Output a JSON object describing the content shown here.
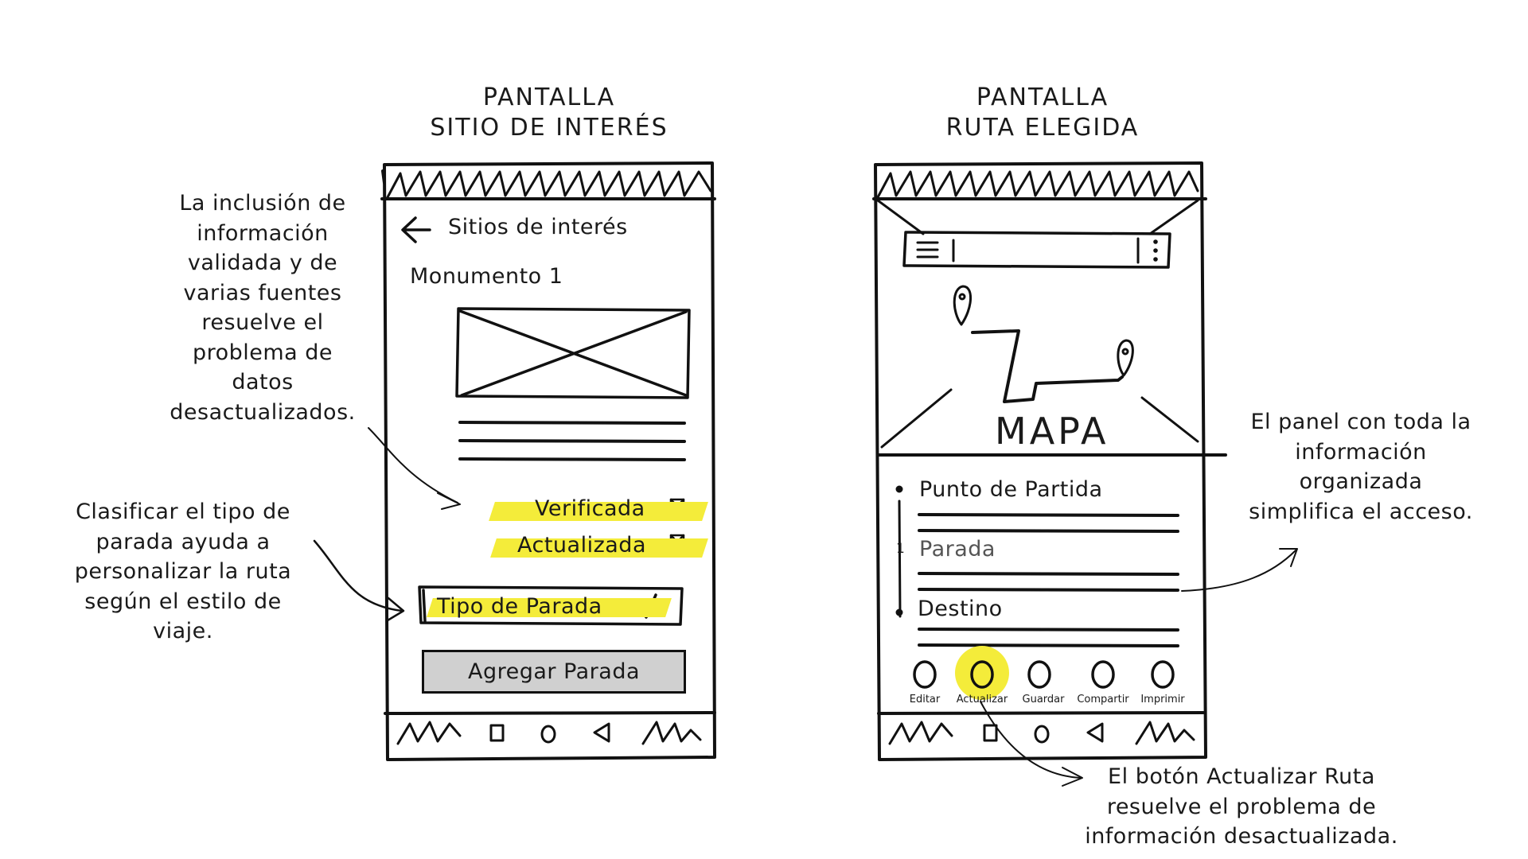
{
  "screens": [
    {
      "title_line1": "PANTALLA",
      "title_line2": "SITIO DE INTERÉS",
      "back_label": "Sitios de interés",
      "item_title": "Monumento 1",
      "badge_verified": "Verificada",
      "badge_updated": "Actualizada",
      "select_value": "Tipo de Parada",
      "add_button": "Agregar Parada"
    },
    {
      "title_line1": "PANTALLA",
      "title_line2": "RUTA ELEGIDA",
      "map_label": "MAPA",
      "route_start": "Punto de Partida",
      "route_stop_number": "1",
      "route_stop": "Parada",
      "route_end": "Destino",
      "actions": [
        "Editar",
        "Actualizar",
        "Guardar",
        "Compartir",
        "Imprimir"
      ]
    }
  ],
  "annotations": {
    "validated_info": [
      "La inclusión de",
      "información",
      "validada y de",
      "varias fuentes",
      "resuelve el",
      "problema de",
      "datos",
      "desactualizados."
    ],
    "stop_type": [
      "Clasificar el tipo de",
      "parada ayuda a",
      "personalizar la ruta",
      "según el estilo de",
      "viaje."
    ],
    "panel": [
      "El panel con toda la",
      "información",
      "organizada",
      "simplifica el acceso."
    ],
    "update_button": [
      "El botón Actualizar Ruta",
      "resuelve el problema de",
      "información desactualizada."
    ]
  },
  "colors": {
    "highlight": "#f4ec3a",
    "ink": "#1a1a1a",
    "button_gray": "#d0d0d0"
  }
}
